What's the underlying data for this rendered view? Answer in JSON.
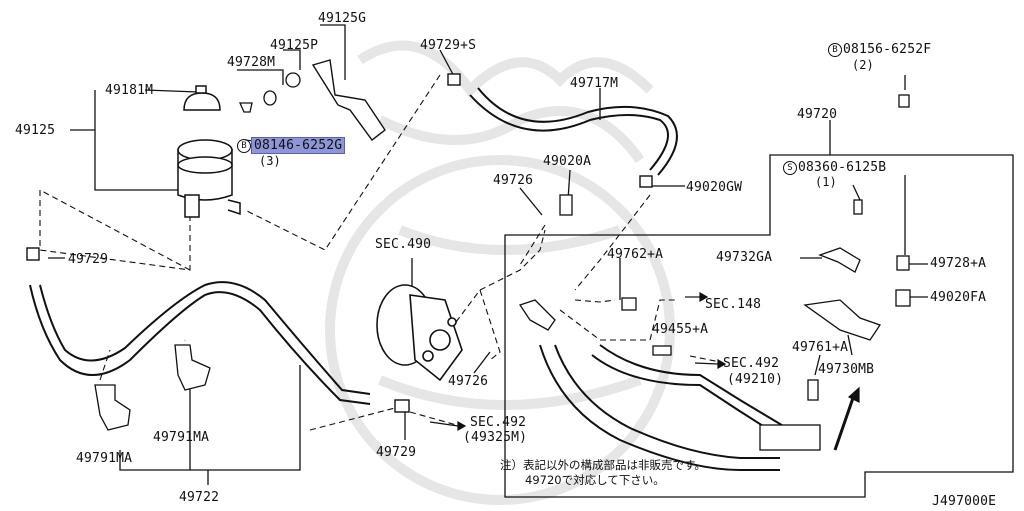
{
  "labels": {
    "p49125G": "49125G",
    "p49125P": "49125P",
    "p49728M": "49728M",
    "p49181M": "49181M",
    "p49125": "49125",
    "bolt08146_prefix": "B",
    "bolt08146": "08146-6252G",
    "bolt08146_qty": "(3)",
    "p49729S": "49729+S",
    "p49717M": "49717M",
    "p49020A": "49020A",
    "p49726a": "49726",
    "p49020GW": "49020GW",
    "p49729a": "49729",
    "sec490": "SEC.490",
    "p49762A": "49762+A",
    "sec148": "SEC.148",
    "p49455A": "49455+A",
    "sec492a": "SEC.492",
    "sec492a_ref": "(49210)",
    "p49726b": "49726",
    "p49732GA": "49732GA",
    "bolt08156_prefix": "B",
    "bolt08156": "08156-6252F",
    "bolt08156_qty": "(2)",
    "p49720": "49720",
    "screw08360_prefix": "S",
    "screw08360": "08360-6125B",
    "screw08360_qty": "(1)",
    "p49728A": "49728+A",
    "p49020FA": "49020FA",
    "p49761A": "49761+A",
    "p49730MB": "49730MB",
    "p49791MAa": "49791MA",
    "p49791MAb": "49791MA",
    "p49722": "49722",
    "p49729b": "49729",
    "sec492b": "SEC.492",
    "sec492b_ref": "(49325M)",
    "note_line1": "注）表記以外の構成部品は非販売です。",
    "note_line2": "49720で対応して下さい。",
    "diagram_id": "J497000E"
  },
  "colors": {
    "highlight": "#8f96d8",
    "line": "#111111"
  }
}
